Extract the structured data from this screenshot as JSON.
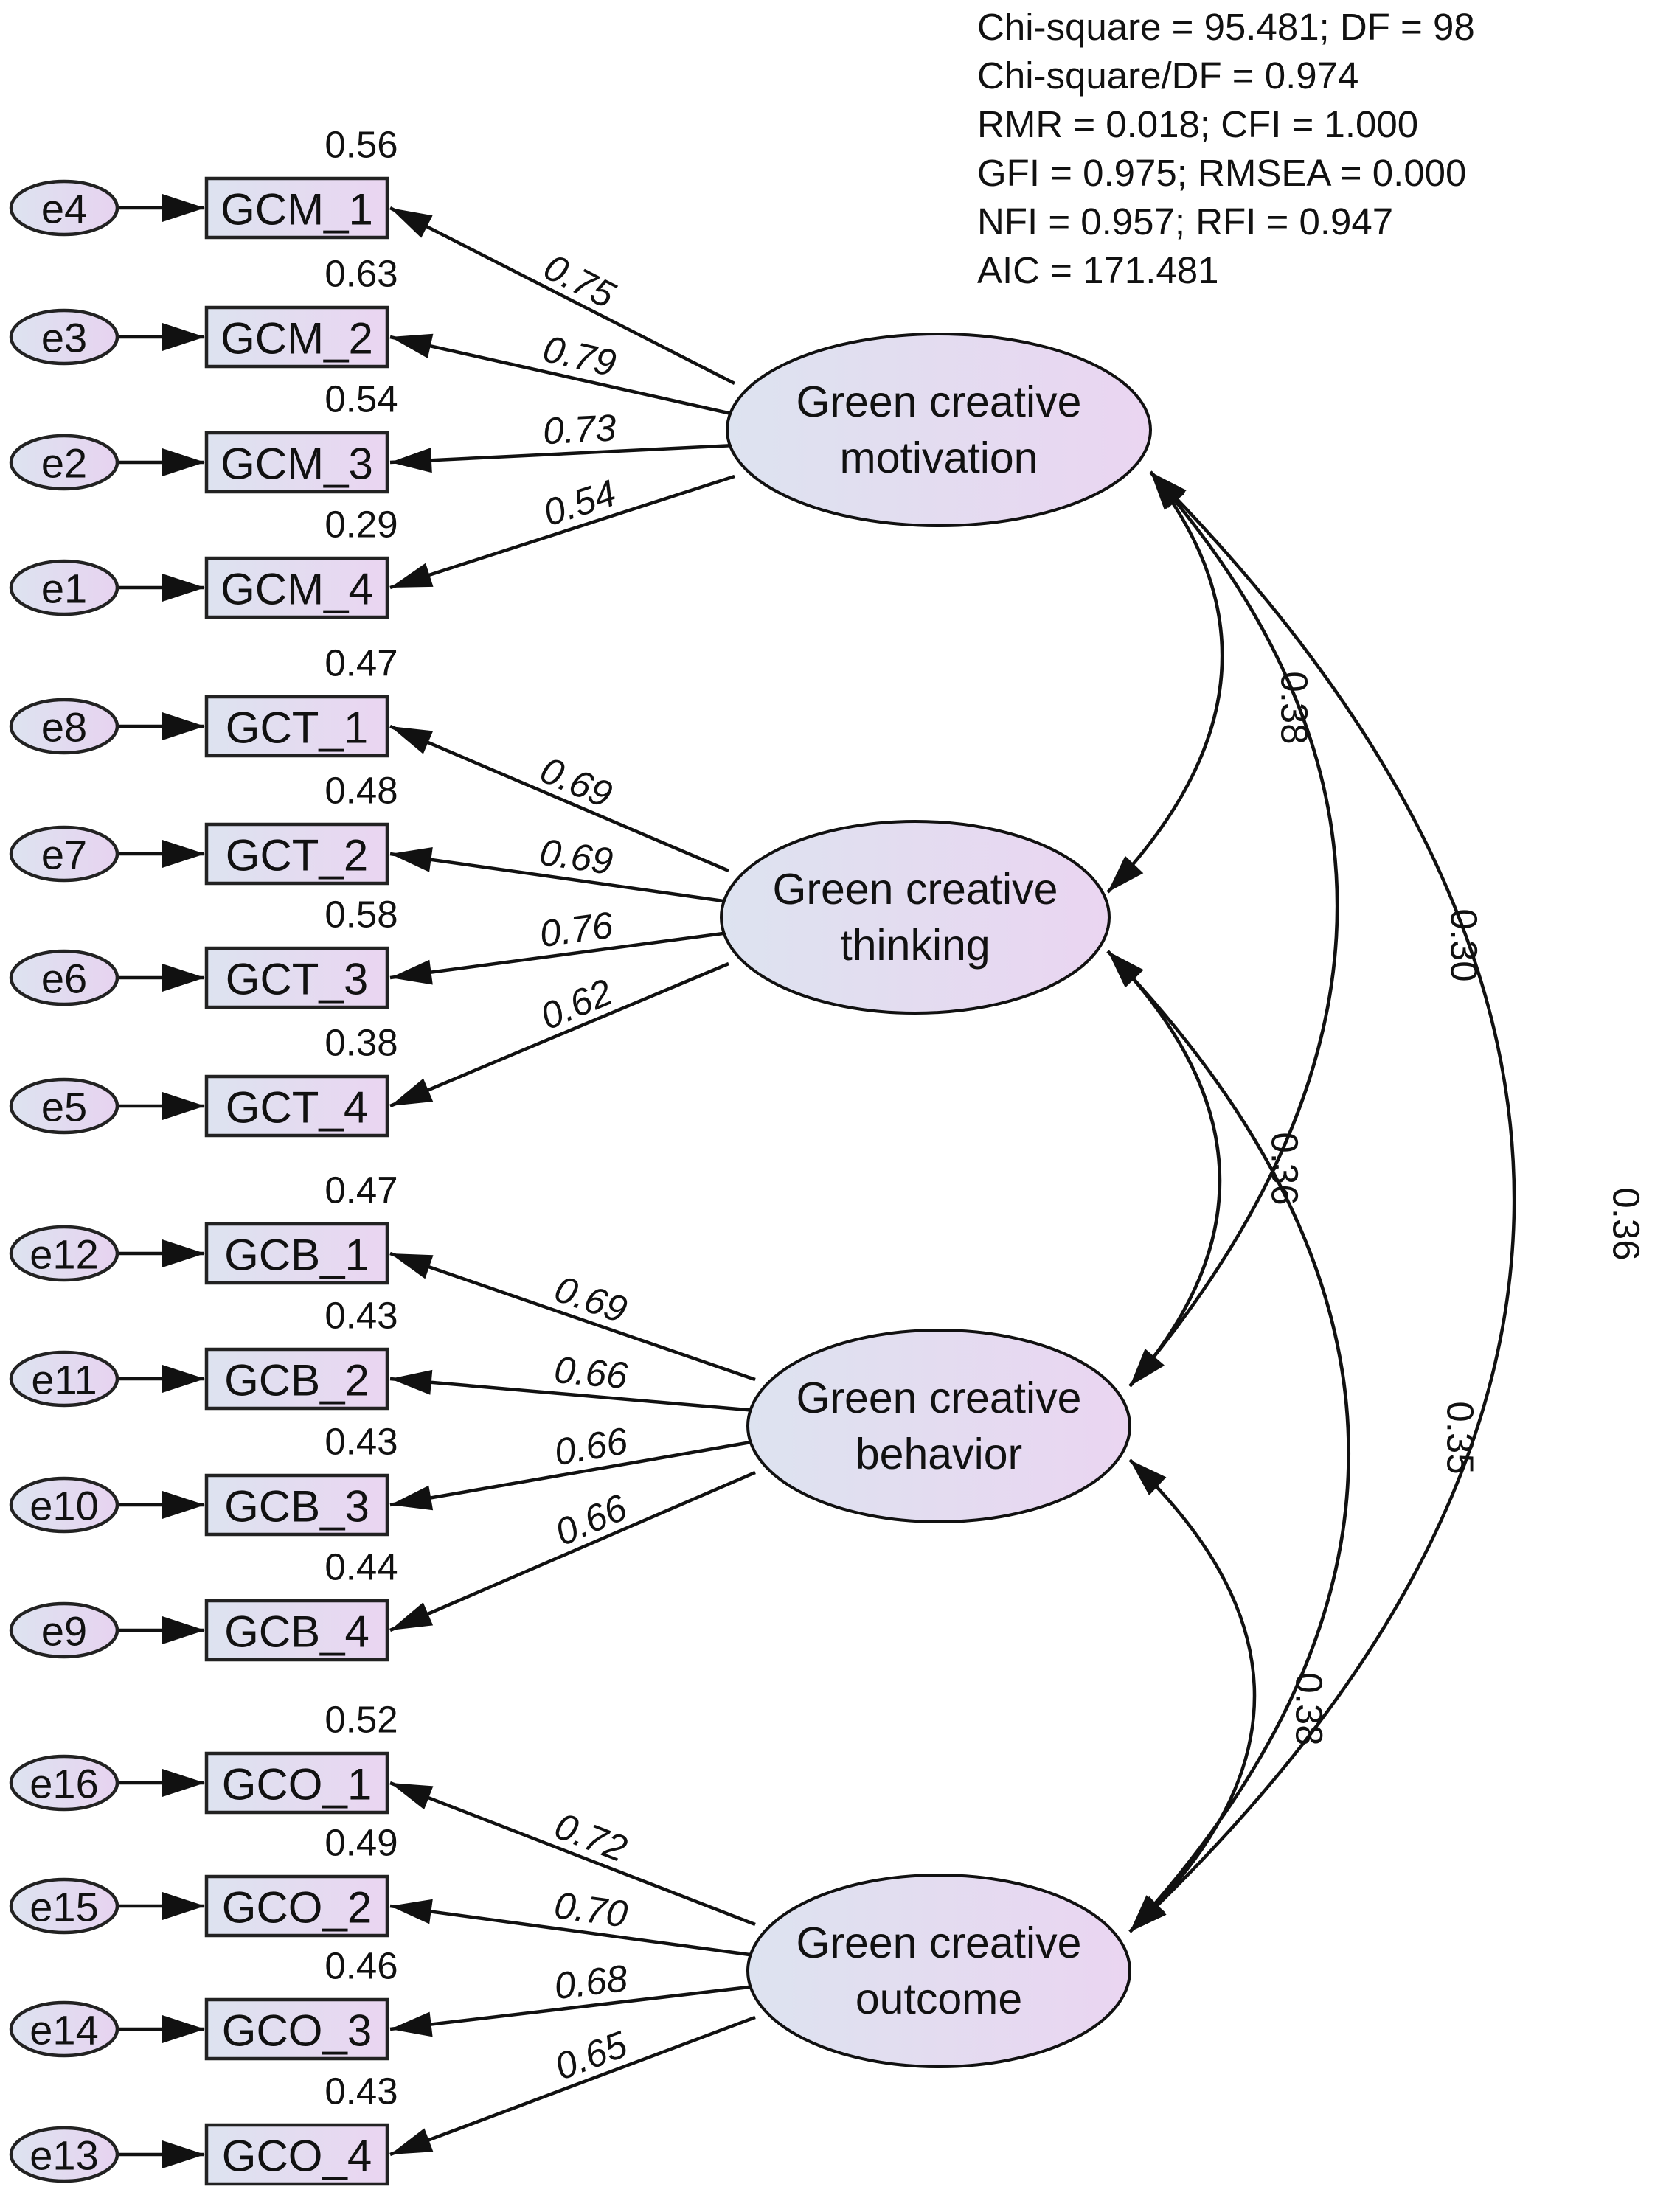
{
  "fit_stats": [
    "Chi-square = 95.481; DF = 98",
    "Chi-square/DF = 0.974",
    "RMR = 0.018; CFI = 1.000",
    "GFI = 0.975; RMSEA = 0.000",
    "NFI = 0.957; RFI = 0.947",
    "AIC = 171.481"
  ],
  "colors": {
    "node_fill_light": "#dde3f0",
    "node_fill_accent": "#ead5f1",
    "stroke": "#111111"
  },
  "latents": [
    {
      "id": "gcm",
      "line1": "Green creative",
      "line2": "motivation"
    },
    {
      "id": "gct",
      "line1": "Green creative",
      "line2": "thinking"
    },
    {
      "id": "gcb",
      "line1": "Green creative",
      "line2": "behavior"
    },
    {
      "id": "gco",
      "line1": "Green creative",
      "line2": "outcome"
    }
  ],
  "indicators": [
    {
      "latent": "gcm",
      "name": "GCM_1",
      "error": "e4",
      "r2": "0.56",
      "loading": "0.75"
    },
    {
      "latent": "gcm",
      "name": "GCM_2",
      "error": "e3",
      "r2": "0.63",
      "loading": "0.79"
    },
    {
      "latent": "gcm",
      "name": "GCM_3",
      "error": "e2",
      "r2": "0.54",
      "loading": "0.73"
    },
    {
      "latent": "gcm",
      "name": "GCM_4",
      "error": "e1",
      "r2": "0.29",
      "loading": "0.54"
    },
    {
      "latent": "gct",
      "name": "GCT_1",
      "error": "e8",
      "r2": "0.47",
      "loading": "0.69"
    },
    {
      "latent": "gct",
      "name": "GCT_2",
      "error": "e7",
      "r2": "0.48",
      "loading": "0.69"
    },
    {
      "latent": "gct",
      "name": "GCT_3",
      "error": "e6",
      "r2": "0.58",
      "loading": "0.76"
    },
    {
      "latent": "gct",
      "name": "GCT_4",
      "error": "e5",
      "r2": "0.38",
      "loading": "0.62"
    },
    {
      "latent": "gcb",
      "name": "GCB_1",
      "error": "e12",
      "r2": "0.47",
      "loading": "0.69"
    },
    {
      "latent": "gcb",
      "name": "GCB_2",
      "error": "e11",
      "r2": "0.43",
      "loading": "0.66"
    },
    {
      "latent": "gcb",
      "name": "GCB_3",
      "error": "e10",
      "r2": "0.43",
      "loading": "0.66"
    },
    {
      "latent": "gcb",
      "name": "GCB_4",
      "error": "e9",
      "r2": "0.44",
      "loading": "0.66"
    },
    {
      "latent": "gco",
      "name": "GCO_1",
      "error": "e16",
      "r2": "0.52",
      "loading": "0.72"
    },
    {
      "latent": "gco",
      "name": "GCO_2",
      "error": "e15",
      "r2": "0.49",
      "loading": "0.70"
    },
    {
      "latent": "gco",
      "name": "GCO_3",
      "error": "e14",
      "r2": "0.46",
      "loading": "0.68"
    },
    {
      "latent": "gco",
      "name": "GCO_4",
      "error": "e13",
      "r2": "0.43",
      "loading": "0.65"
    }
  ],
  "covariances": [
    {
      "from": "gcm",
      "to": "gct",
      "value": "0.38"
    },
    {
      "from": "gcm",
      "to": "gcb",
      "value": "0.30"
    },
    {
      "from": "gcm",
      "to": "gco",
      "value": "0.36"
    },
    {
      "from": "gct",
      "to": "gcb",
      "value": "0.36"
    },
    {
      "from": "gct",
      "to": "gco",
      "value": "0.35"
    },
    {
      "from": "gcb",
      "to": "gco",
      "value": "0.38"
    }
  ]
}
